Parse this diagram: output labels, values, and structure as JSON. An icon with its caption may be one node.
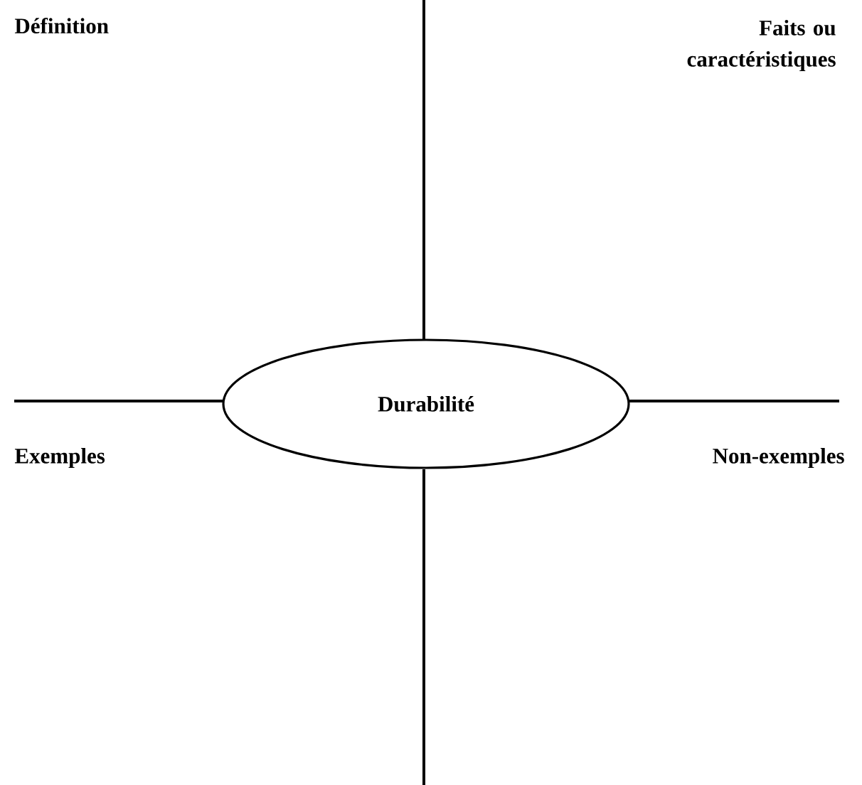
{
  "diagram": {
    "nodes": [
      {
        "text": [
          "Durabilité"
        ]
      }
    ],
    "labels": [
      "Définition",
      "Faits ou caractéristiques",
      "Exemples",
      "Non-exemples"
    ]
  }
}
